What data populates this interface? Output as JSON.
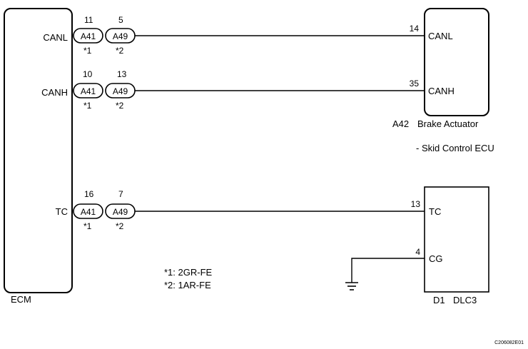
{
  "ecm": {
    "label": "ECM",
    "pins": [
      "CANL",
      "CANH",
      "TC"
    ]
  },
  "wires": [
    {
      "signal": "CANL",
      "a41_pin": "11",
      "a49_pin": "5",
      "far_pin": "14",
      "far_label": "CANL"
    },
    {
      "signal": "CANH",
      "a41_pin": "10",
      "a49_pin": "13",
      "far_pin": "35",
      "far_label": "CANH"
    },
    {
      "signal": "TC",
      "a41_pin": "16",
      "a49_pin": "7",
      "far_pin": "13",
      "far_label": "TC"
    }
  ],
  "connectors": {
    "a41": "A41",
    "a49": "A49",
    "note1": "*1",
    "note2": "*2"
  },
  "brake_actuator": {
    "code": "A42",
    "name": "Brake Actuator",
    "subtitle": "- Skid Control ECU"
  },
  "dlc3": {
    "code": "D1",
    "name": "DLC3",
    "cg_pin": "4",
    "cg_label": "CG"
  },
  "legend": {
    "line1": "*1: 2GR-FE",
    "line2": "*2: 1AR-FE"
  },
  "figure_id": "C206082E01"
}
